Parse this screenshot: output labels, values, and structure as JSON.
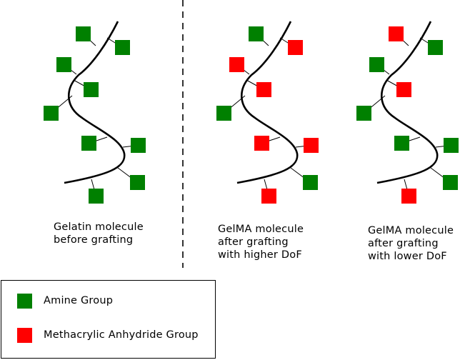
{
  "colors": {
    "amine": "#008000",
    "methacrylic": "#ff0000",
    "line": "#000000"
  },
  "panels": [
    {
      "caption": [
        "Gelatin molecule",
        "before grafting"
      ],
      "groups": [
        "amine",
        "amine",
        "amine",
        "amine",
        "amine",
        "amine",
        "amine",
        "amine",
        "amine"
      ]
    },
    {
      "caption": [
        "GelMA molecule",
        "after grafting",
        "with higher DoF"
      ],
      "groups": [
        "amine",
        "methacrylic",
        "methacrylic",
        "methacrylic",
        "amine",
        "methacrylic",
        "methacrylic",
        "amine",
        "methacrylic"
      ]
    },
    {
      "caption": [
        "GelMA molecule",
        "after grafting",
        "with lower DoF"
      ],
      "groups": [
        "methacrylic",
        "amine",
        "amine",
        "methacrylic",
        "amine",
        "amine",
        "amine",
        "amine",
        "methacrylic"
      ]
    }
  ],
  "legend": {
    "items": [
      {
        "label": "Amine Group",
        "group": "amine"
      },
      {
        "label": "Methacrylic Anhydride Group",
        "group": "methacrylic"
      }
    ]
  }
}
